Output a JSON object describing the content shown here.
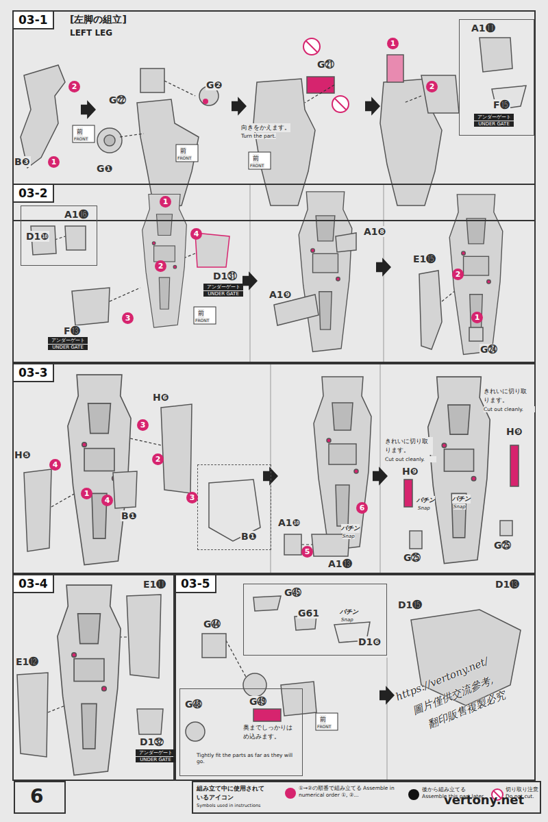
{
  "diagram": {
    "nodes": [
      {
        "text": [
          "03-1",
          "[左脚の組立]",
          "LEFT LEG"
        ]
      },
      {
        "text": [
          "A1⓫",
          "F⓯"
        ],
        "in": 0
      },
      {
        "text": [
          "03-2"
        ]
      },
      {
        "text": [
          "D1❿",
          "A1⓰"
        ],
        "in": 2
      },
      {
        "text": [
          "03-3"
        ]
      },
      {
        "text": [
          "B❶"
        ],
        "in": 4
      },
      {
        "text": [
          "03-4"
        ]
      },
      {
        "text": [
          "03-5"
        ]
      },
      {
        "text": [
          "G㊺",
          "G61",
          "パチン",
          "Snap",
          "D1❻"
        ],
        "in": 7
      },
      {
        "text": [
          "G㊽",
          "G㊾",
          "奥までしっかりはめ込みます。",
          "Tightly fit the parts as far as they will go."
        ],
        "in": 7
      },
      {
        "text": [
          "6"
        ]
      },
      {
        "text": [
          "組み立て中に使用されているアイコン",
          "Symbols used in instructions"
        ]
      }
    ],
    "labels": [
      "B❸",
      "1",
      "2",
      "前",
      "FRONT",
      "G㉒",
      "G❷",
      "G❶",
      "前",
      "FRONT",
      "G㉑",
      "向きをかえます。",
      "Turn the part.",
      "前",
      "FRONT",
      "1",
      "2",
      "アンダーゲート",
      "UNDER GATE",
      "1",
      "2",
      "3",
      "4",
      "D1㉛",
      "アンダーゲート",
      "UNDER GATE",
      "F⓭",
      "アンダーゲート",
      "UNDER GATE",
      "前",
      "FRONT",
      "A1❽",
      "A1❾",
      "E1⓯",
      "2",
      "1",
      "G㉔",
      "H❻",
      "H❺",
      "B❶",
      "1",
      "2",
      "3",
      "3",
      "4",
      "4",
      "A1❿",
      "A1⓭",
      "5",
      "6",
      "パチン",
      "Snap",
      "きれいに切り取ります。",
      "Cut out cleanly.",
      "きれいに切り取ります。",
      "Cut out cleanly.",
      "H❾",
      "H❾",
      "パチン",
      "Snap",
      "パチン",
      "Snap",
      "G㉕",
      "G㉕",
      "E1⓫",
      "E1⓬",
      "D1㉜",
      "アンダーゲート",
      "UNDER GATE",
      "G㊹",
      "前",
      "FRONT",
      "D1⓭",
      "D1⓯",
      "https://vertony.net/",
      "圖片僅供交流參考,",
      "翻印販售複製必究",
      "vertony.net"
    ],
    "legend": [
      {
        "text": "①→②の順番で組み立てる Assemble in numerical order ①, ②..."
      },
      {
        "text": "後から組み立てる Assemble this part later."
      },
      {
        "text": "切り取り注意 Do not cut."
      }
    ]
  }
}
